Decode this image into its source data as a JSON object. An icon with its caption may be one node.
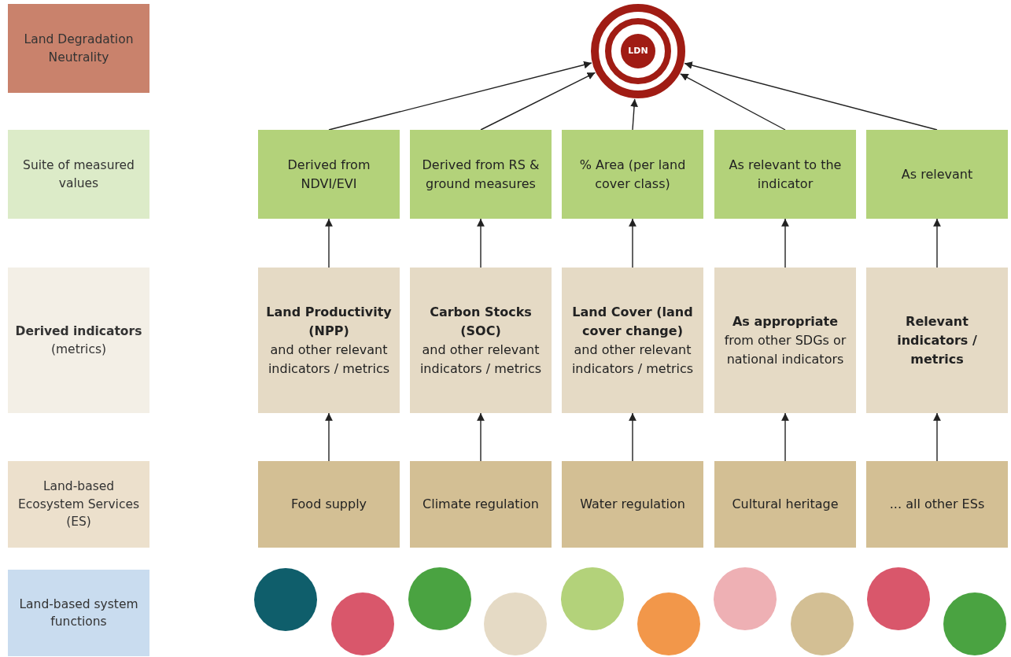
{
  "diagram": {
    "nodes": [
      {
        "text": [
          "Land Degradation Neutrality"
        ]
      },
      {
        "text": [
          "LDN"
        ]
      },
      {
        "text": [
          "Suite of measured values"
        ]
      },
      {
        "text": [
          "Derived from NDVI/EVI"
        ]
      },
      {
        "text": [
          "Derived from RS & ground measures"
        ]
      },
      {
        "text": [
          "% Area (per land cover class)"
        ]
      },
      {
        "text": [
          "As relevant to the indicator"
        ]
      },
      {
        "text": [
          "As relevant"
        ]
      },
      {
        "text": [
          "**Derived indicators** (metrics)"
        ]
      },
      {
        "text": [
          "Land Productivity (NPP)",
          "and other relevant indicators / metrics"
        ]
      },
      {
        "text": [
          "Carbon Stocks (SOC)",
          "and other relevant indicators / metrics"
        ]
      },
      {
        "text": [
          "Land Cover (land cover change)",
          "and other relevant indicators / metrics"
        ]
      },
      {
        "text": [
          "As appropriate",
          "from other SDGs or national indicators"
        ]
      },
      {
        "text": [
          "Relevant indicators / metrics"
        ]
      },
      {
        "text": [
          "Land-based Ecosystem Services (ES)"
        ]
      },
      {
        "text": [
          "Food supply"
        ]
      },
      {
        "text": [
          "Climate regulation"
        ]
      },
      {
        "text": [
          "Water regulation"
        ]
      },
      {
        "text": [
          "Cultural heritage"
        ]
      },
      {
        "text": [
          "... all other ESs"
        ]
      },
      {
        "text": [
          "Land-based system functions"
        ]
      },
      {
        "text": [],
        "shape": "circle"
      },
      {
        "text": [],
        "shape": "circle"
      },
      {
        "text": [],
        "shape": "circle"
      },
      {
        "text": [],
        "shape": "circle"
      },
      {
        "text": [],
        "shape": "circle"
      },
      {
        "text": [],
        "shape": "circle"
      },
      {
        "text": [],
        "shape": "circle"
      },
      {
        "text": [],
        "shape": "circle"
      },
      {
        "text": [],
        "shape": "circle"
      },
      {
        "text": [],
        "shape": "circle"
      }
    ],
    "edges": [
      {
        "from": 3,
        "to": 1,
        "arrow": "to"
      },
      {
        "from": 4,
        "to": 1,
        "arrow": "to"
      },
      {
        "from": 5,
        "to": 1,
        "arrow": "to"
      },
      {
        "from": 6,
        "to": 1,
        "arrow": "to"
      },
      {
        "from": 7,
        "to": 1,
        "arrow": "to"
      },
      {
        "from": 9,
        "to": 3,
        "arrow": "to"
      },
      {
        "from": 10,
        "to": 4,
        "arrow": "to"
      },
      {
        "from": 11,
        "to": 5,
        "arrow": "to"
      },
      {
        "from": 12,
        "to": 6,
        "arrow": "to"
      },
      {
        "from": 13,
        "to": 7,
        "arrow": "to"
      },
      {
        "from": 15,
        "to": 9,
        "arrow": "to"
      },
      {
        "from": 16,
        "to": 10,
        "arrow": "to"
      },
      {
        "from": 17,
        "to": 11,
        "arrow": "to"
      },
      {
        "from": 18,
        "to": 12,
        "arrow": "to"
      },
      {
        "from": 19,
        "to": 13,
        "arrow": "to"
      }
    ]
  }
}
